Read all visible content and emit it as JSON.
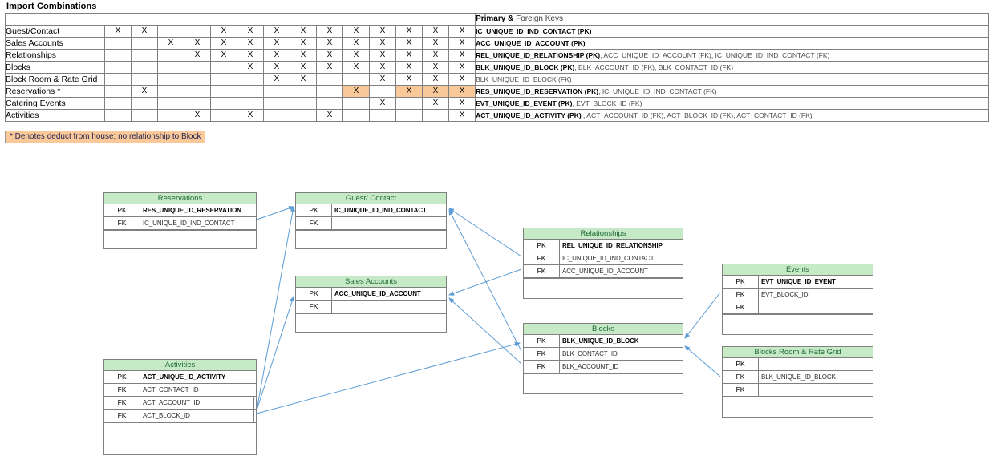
{
  "page_title": "Import Combinations",
  "colors": {
    "entity_header_green": "#c6e9c6",
    "entity_header_text": "#1f6b33",
    "highlight_orange": "#fac99a",
    "connector_blue": "#5b9bd5",
    "grid_border": "#808080"
  },
  "matrix": {
    "keys_header_bold": "Primary &",
    "keys_header_rest": " Foreign Keys",
    "column_count": 14,
    "rows": [
      {
        "label": "Guest/Contact",
        "cells": [
          "X",
          "X",
          "",
          "",
          "X",
          "X",
          "X",
          "X",
          "X",
          "X",
          "X",
          "X",
          "X",
          "X"
        ],
        "highlight": [
          false,
          false,
          false,
          false,
          false,
          false,
          false,
          false,
          false,
          false,
          false,
          false,
          false,
          false
        ],
        "keys": [
          {
            "text": "IC_UNIQUE_ID_IND_CONTACT (PK)",
            "kind": "pk"
          }
        ]
      },
      {
        "label": "Sales Accounts",
        "cells": [
          "",
          "",
          "X",
          "X",
          "X",
          "X",
          "X",
          "X",
          "X",
          "X",
          "X",
          "X",
          "X",
          "X"
        ],
        "highlight": [
          false,
          false,
          false,
          false,
          false,
          false,
          false,
          false,
          false,
          false,
          false,
          false,
          false,
          false
        ],
        "keys": [
          {
            "text": "ACC_UNIQUE_ID_ACCOUNT (PK)",
            "kind": "pk"
          }
        ]
      },
      {
        "label": "Relationships",
        "cells": [
          "",
          "",
          "",
          "X",
          "X",
          "X",
          "X",
          "X",
          "X",
          "X",
          "X",
          "X",
          "X",
          "X"
        ],
        "highlight": [
          false,
          false,
          false,
          false,
          false,
          false,
          false,
          false,
          false,
          false,
          false,
          false,
          false,
          false
        ],
        "keys": [
          {
            "text": "REL_UNIQUE_ID_RELATIONSHIP (PK)",
            "kind": "pk"
          },
          {
            "text": ", ACC_UNIQUE_ID_ACCOUNT (FK), IC_UNIQUE_ID_IND_CONTACT (FK)",
            "kind": "fk"
          }
        ]
      },
      {
        "label": "Blocks",
        "cells": [
          "",
          "",
          "",
          "",
          "",
          "X",
          "X",
          "X",
          "X",
          "X",
          "X",
          "X",
          "X",
          "X"
        ],
        "highlight": [
          false,
          false,
          false,
          false,
          false,
          false,
          false,
          false,
          false,
          false,
          false,
          false,
          false,
          false
        ],
        "keys": [
          {
            "text": "BLK_UNIQUE_ID_BLOCK (PK)",
            "kind": "pk"
          },
          {
            "text": ", BLK_ACCOUNT_ID (FK), BLK_CONTACT_ID (FK)",
            "kind": "fk"
          }
        ]
      },
      {
        "label": "Block Room & Rate Grid",
        "cells": [
          "",
          "",
          "",
          "",
          "",
          "",
          "X",
          "X",
          "",
          "",
          "X",
          "X",
          "X",
          "X"
        ],
        "highlight": [
          false,
          false,
          false,
          false,
          false,
          false,
          false,
          false,
          false,
          false,
          false,
          false,
          false,
          false
        ],
        "keys": [
          {
            "text": "BLK_UNIQUE_ID_BLOCK (FK)",
            "kind": "fk"
          }
        ]
      },
      {
        "label": "Reservations *",
        "cells": [
          "",
          "X",
          "",
          "",
          "",
          "",
          "",
          "",
          "",
          "X",
          "",
          "X",
          "X",
          "X"
        ],
        "highlight": [
          false,
          false,
          false,
          false,
          false,
          false,
          false,
          false,
          false,
          true,
          false,
          true,
          true,
          true
        ],
        "keys": [
          {
            "text": "RES_UNIQUE_ID_RESERVATION (PK)",
            "kind": "pk"
          },
          {
            "text": ", IC_UNIQUE_ID_IND_CONTACT (FK)",
            "kind": "fk"
          }
        ]
      },
      {
        "label": "Catering Events",
        "cells": [
          "",
          "",
          "",
          "",
          "",
          "",
          "",
          "",
          "",
          "",
          "X",
          "",
          "X",
          "X"
        ],
        "highlight": [
          false,
          false,
          false,
          false,
          false,
          false,
          false,
          false,
          false,
          false,
          false,
          false,
          false,
          false
        ],
        "keys": [
          {
            "text": "EVT_UNIQUE_ID_EVENT (PK)",
            "kind": "pk"
          },
          {
            "text": ", EVT_BLOCK_ID (FK)",
            "kind": "fk"
          }
        ]
      },
      {
        "label": "Activities",
        "cells": [
          "",
          "",
          "",
          "X",
          "",
          "X",
          "",
          "",
          "X",
          "",
          "",
          "",
          "",
          "X"
        ],
        "highlight": [
          false,
          false,
          false,
          false,
          false,
          false,
          false,
          false,
          false,
          false,
          false,
          false,
          false,
          false
        ],
        "keys": [
          {
            "text": "ACT_UNIQUE_ID_ACTIVITY (PK)",
            "kind": "pk"
          },
          {
            "text": " , ACT_ACCOUNT_ID (FK), ACT_BLOCK_ID (FK), ACT_CONTACT_ID (FK)",
            "kind": "fk"
          }
        ]
      }
    ]
  },
  "legend": {
    "note": "* Denotes deduct from house; no relationship to Block"
  },
  "erd": {
    "entities": [
      {
        "id": "reservations",
        "title": "Reservations",
        "rows": [
          {
            "key": "PK",
            "value": "RES_UNIQUE_ID_RESERVATION",
            "kind": "pk"
          },
          {
            "key": "FK",
            "value": "IC_UNIQUE_ID_IND_CONTACT",
            "kind": "fk"
          }
        ]
      },
      {
        "id": "guest-contact",
        "title": "Guest/ Contact",
        "rows": [
          {
            "key": "PK",
            "value": "IC_UNIQUE_ID_IND_CONTACT",
            "kind": "pk"
          },
          {
            "key": "FK",
            "value": "",
            "kind": "fk"
          }
        ]
      },
      {
        "id": "sales-accounts",
        "title": "Sales Accounts",
        "rows": [
          {
            "key": "PK",
            "value": "ACC_UNIQUE_ID_ACCOUNT",
            "kind": "pk"
          },
          {
            "key": "FK",
            "value": "",
            "kind": "fk"
          }
        ]
      },
      {
        "id": "relationships",
        "title": "Relationships",
        "rows": [
          {
            "key": "PK",
            "value": "REL_UNIQUE_ID_RELATIONSHIP",
            "kind": "pk"
          },
          {
            "key": "FK",
            "value": "IC_UNIQUE_ID_IND_CONTACT",
            "kind": "fk"
          },
          {
            "key": "FK",
            "value": "ACC_UNIQUE_ID_ACCOUNT",
            "kind": "fk"
          }
        ]
      },
      {
        "id": "events",
        "title": "Events",
        "rows": [
          {
            "key": "PK",
            "value": "EVT_UNIQUE_ID_EVENT",
            "kind": "pk"
          },
          {
            "key": "FK",
            "value": "EVT_BLOCK_ID",
            "kind": "fk"
          },
          {
            "key": "FK",
            "value": "",
            "kind": "fk"
          }
        ]
      },
      {
        "id": "blocks",
        "title": "Blocks",
        "rows": [
          {
            "key": "PK",
            "value": "BLK_UNIQUE_ID_BLOCK",
            "kind": "pk"
          },
          {
            "key": "FK",
            "value": "BLK_CONTACT_ID",
            "kind": "fk"
          },
          {
            "key": "FK",
            "value": "BLK_ACCOUNT_ID",
            "kind": "fk"
          }
        ]
      },
      {
        "id": "blocks-room-rate-grid",
        "title": "Blocks Room & Rate Grid",
        "rows": [
          {
            "key": "PK",
            "value": "",
            "kind": "pk"
          },
          {
            "key": "FK",
            "value": "BLK_UNIQUE_ID_BLOCK",
            "kind": "fk"
          },
          {
            "key": "FK",
            "value": "",
            "kind": "fk"
          }
        ]
      },
      {
        "id": "activities",
        "title": "Activities",
        "rows": [
          {
            "key": "PK",
            "value": "ACT_UNIQUE_ID_ACTIVITY",
            "kind": "pk"
          },
          {
            "key": "FK",
            "value": "ACT_CONTACT_ID",
            "kind": "fk"
          },
          {
            "key": "FK",
            "value": "ACT_ACCOUNT_ID",
            "kind": "fk"
          },
          {
            "key": "FK",
            "value": "ACT_BLOCK_ID",
            "kind": "fk"
          }
        ]
      }
    ]
  }
}
